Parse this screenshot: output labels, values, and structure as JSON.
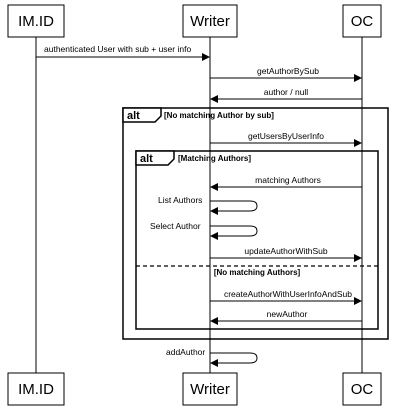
{
  "participants": [
    {
      "id": "imid",
      "label": "IM.ID"
    },
    {
      "id": "writer",
      "label": "Writer"
    },
    {
      "id": "oc",
      "label": "OC"
    }
  ],
  "messages": {
    "m1": "authenticated User with sub + user info",
    "m2": "getAuthorBySub",
    "m3": "author / null",
    "m4": "getUsersByUserInfo",
    "m5": "matching Authors",
    "m6": "List Authors",
    "m7": "Select Author",
    "m8": "updateAuthorWithSub",
    "m9": "createAuthorWithUserInfoAndSub",
    "m10": "newAuthor",
    "m11": "addAuthor"
  },
  "fragments": {
    "outer": {
      "keyword": "alt",
      "condition": "[No matching Author by sub]"
    },
    "inner": {
      "keyword": "alt",
      "condition": "[Matching Authors]",
      "else_condition": "[No matching Authors]"
    }
  }
}
